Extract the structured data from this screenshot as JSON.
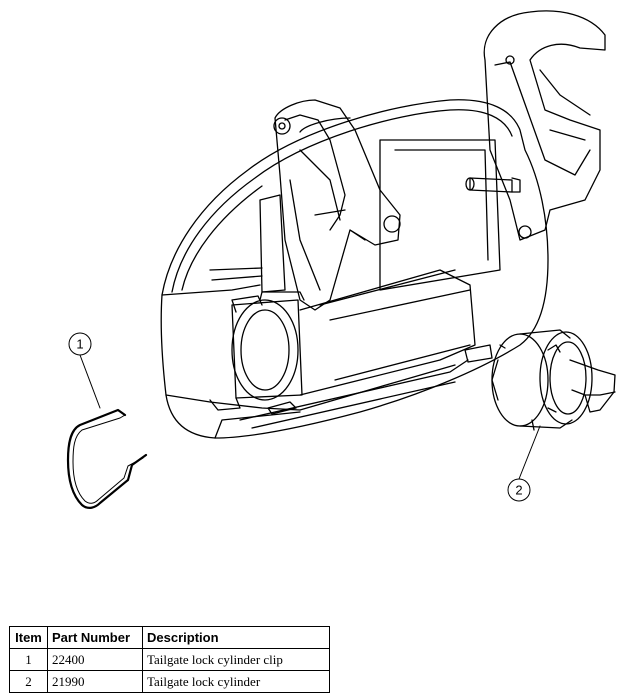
{
  "callouts": [
    "1",
    "2"
  ],
  "table": {
    "headers": {
      "item": "Item",
      "part_number": "Part Number",
      "description": "Description"
    },
    "rows": [
      {
        "item": "1",
        "part_number": "22400",
        "description": "Tailgate lock cylinder clip"
      },
      {
        "item": "2",
        "part_number": "21990",
        "description": "Tailgate lock cylinder"
      }
    ]
  }
}
